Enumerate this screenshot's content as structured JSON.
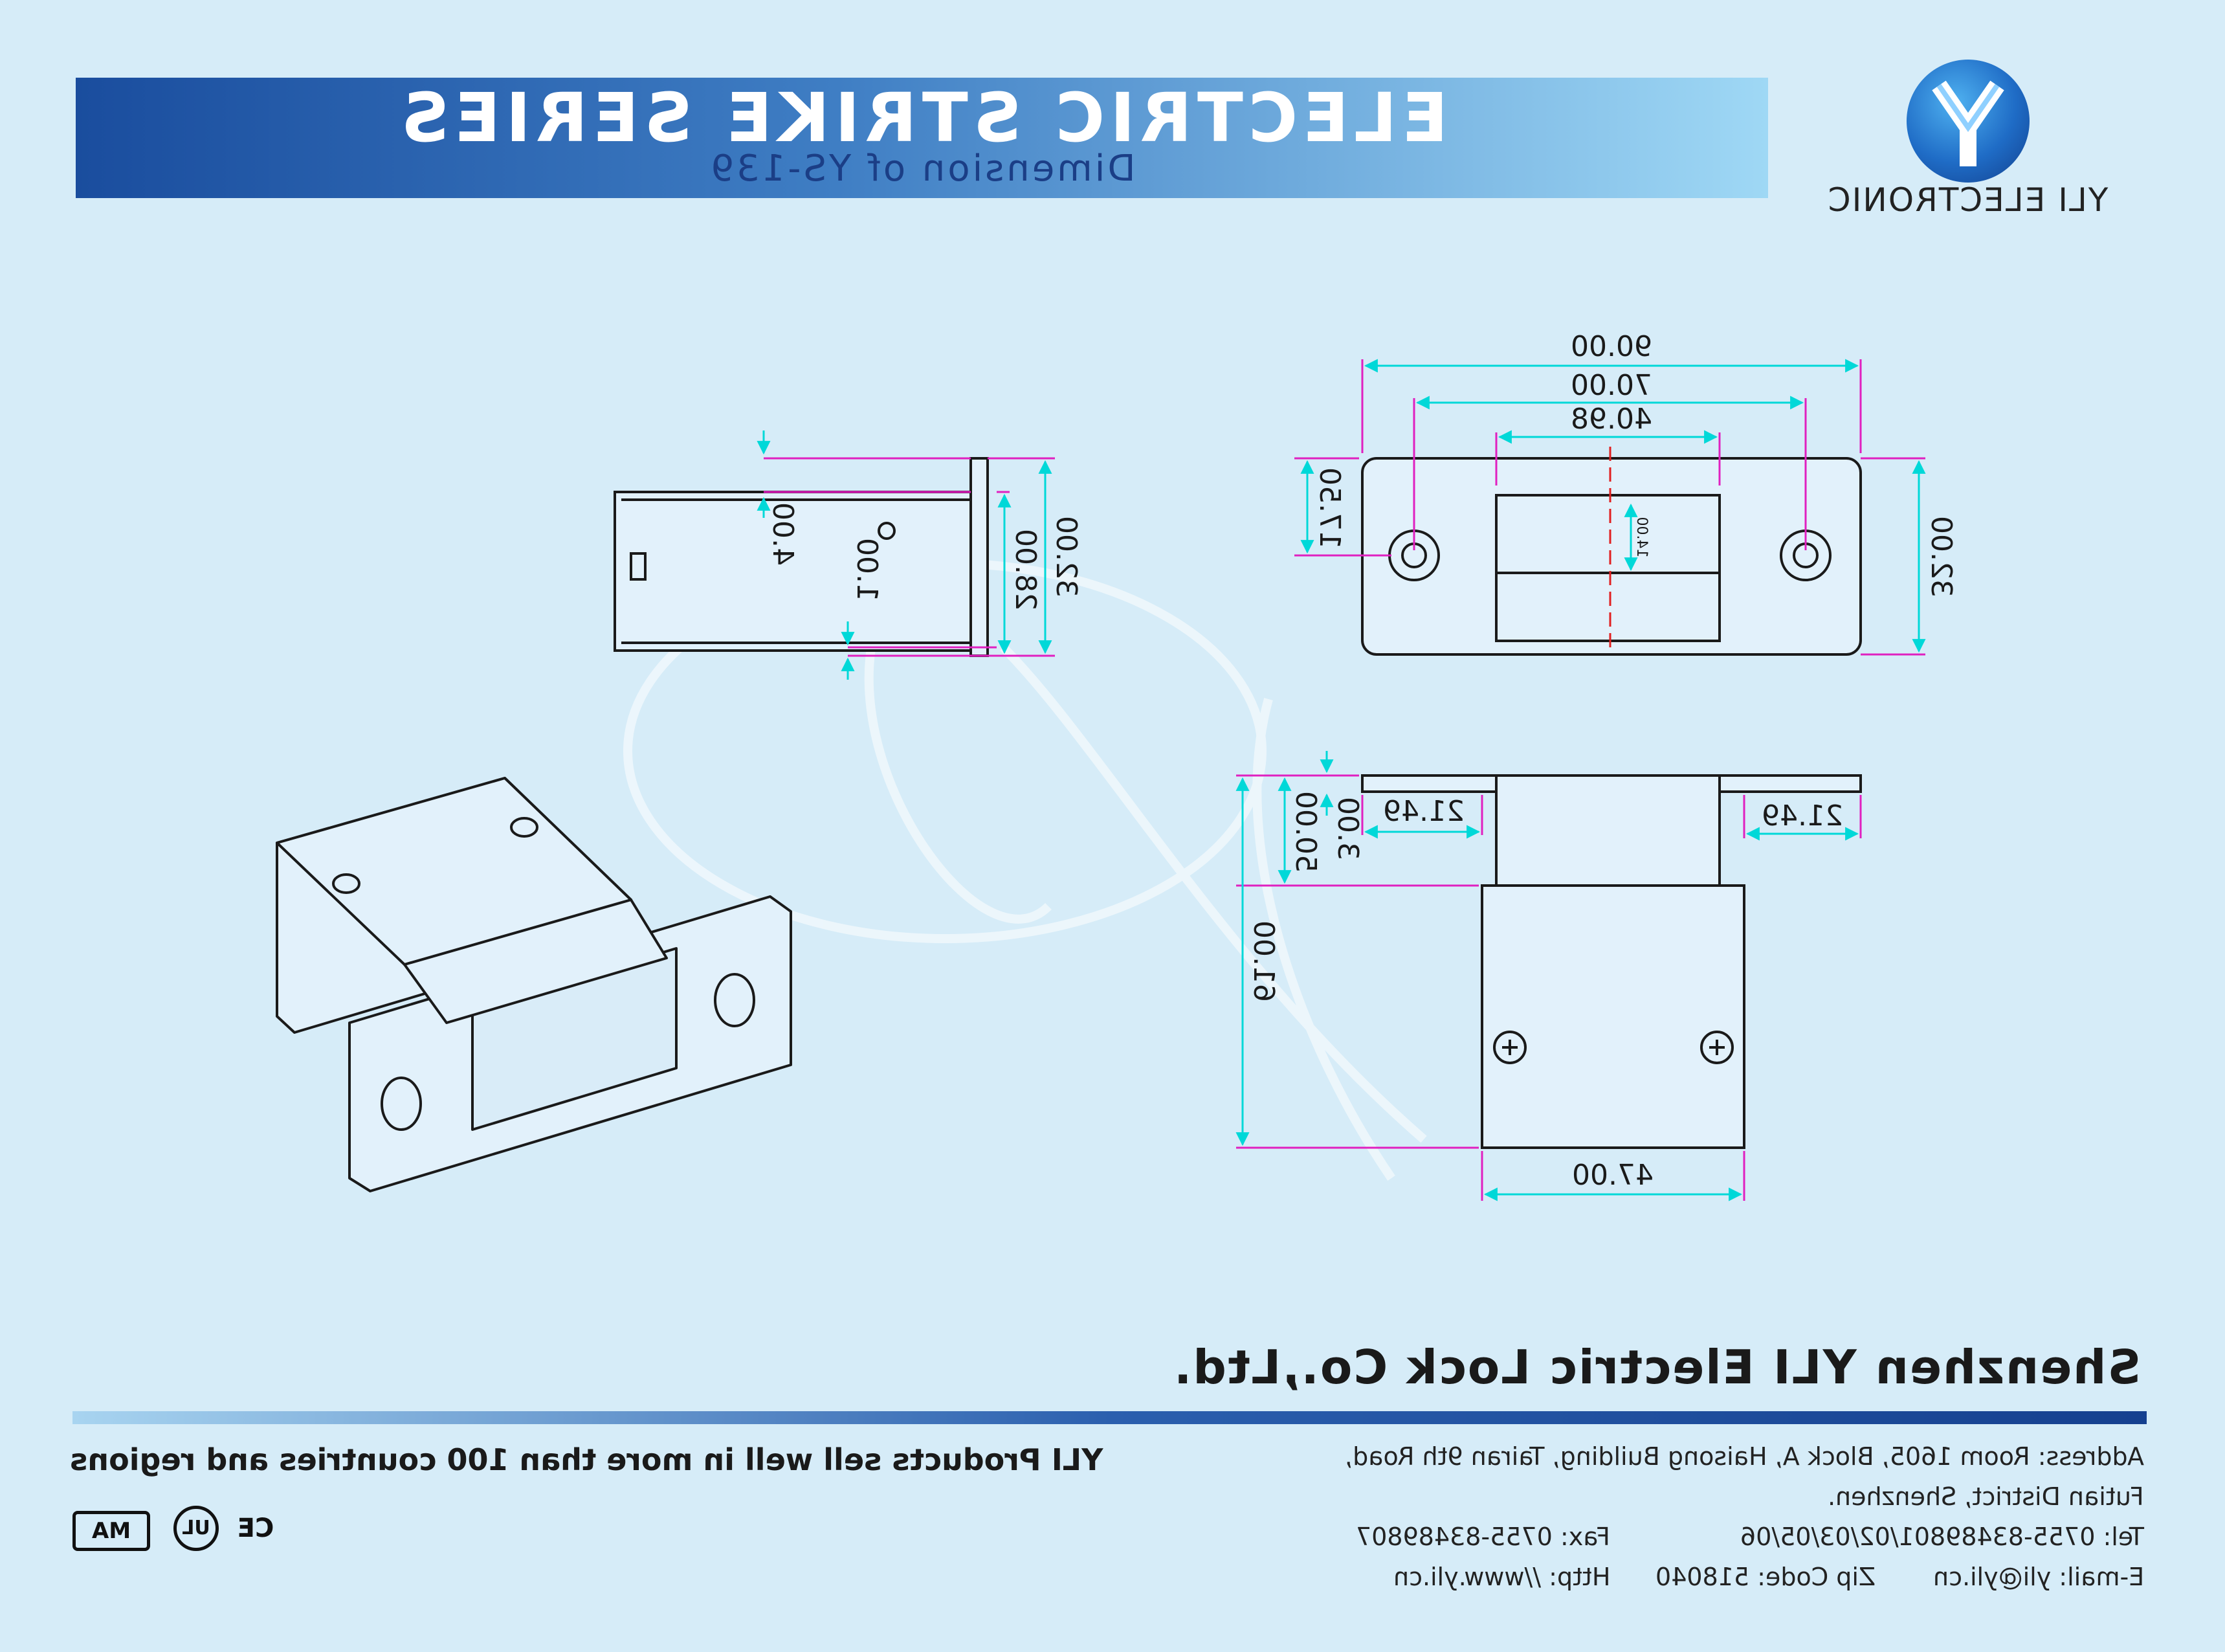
{
  "header": {
    "title": "ELECTRIC STRIKE SERIES",
    "subtitle": "Dimension of YS-139"
  },
  "logo": {
    "letter": "Y",
    "name": "YLI ELECTRONIC"
  },
  "dimensions": {
    "overall_width": "90.00",
    "hole_spacing": "70.00",
    "opening_width": "40.98",
    "hole_offset": "17.50",
    "faceplate_height": "32.00",
    "keeper_depth": "14.00",
    "side_offset": "4.00",
    "side_gap": "1.00",
    "body_height": "28.00",
    "side_overall": "32.00",
    "flange_left": "21.49",
    "flange_right": "21.49",
    "flange_thickness": "3.00",
    "lip_height": "50.00",
    "body_depth": "61.00",
    "body_width": "47.00"
  },
  "footer": {
    "company": "Shenzhen YLI Electric Lock Co.,Ltd.",
    "address_line1": "Address: Room 1605, Block A, Haisong Building, Tairan 9th Road,",
    "address_line2": "Futian District, Shenzhen.",
    "tel": "Tel: 0755-83489801/02/03/05/06",
    "fax": "Fax: 0755-83489807",
    "email": "E-mail: yli@yli.cn",
    "zip": "Zip Code: 518040",
    "http": "Http: //www.yli.cn",
    "slogan": "YLI Products sell well in more than 100 countries and regions",
    "certs": [
      "CE",
      "UL",
      "MA"
    ]
  },
  "colors": {
    "background": "#d6ecf8",
    "banner_dark": "#1a4d9e",
    "banner_light": "#9fd8f5",
    "dim_cyan": "#00d8d8",
    "dim_magenta": "#e020c0",
    "center_red": "#e02020"
  }
}
